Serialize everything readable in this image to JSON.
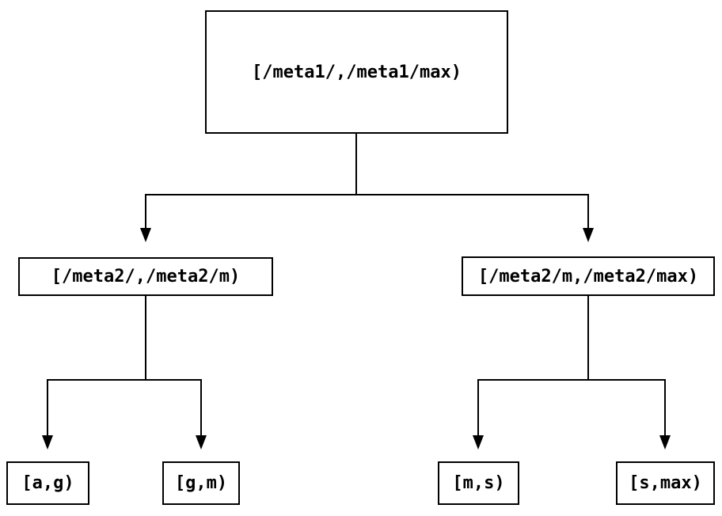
{
  "diagram": {
    "type": "binary-interval-tree",
    "colors": {
      "background": "#ffffff",
      "line": "#000000",
      "text": "#000000",
      "node_fill": "#ffffff",
      "node_border": "#000000"
    },
    "nodes": {
      "root": {
        "label": "[/meta1/,/meta1/max)"
      },
      "left_child": {
        "label": "[/meta2/,/meta2/m)"
      },
      "right_child": {
        "label": "[/meta2/m,/meta2/max)"
      },
      "leaf_ag": {
        "label": "[a,g)"
      },
      "leaf_gm": {
        "label": "[g,m)"
      },
      "leaf_ms": {
        "label": "[m,s)"
      },
      "leaf_smax": {
        "label": "[s,max)"
      }
    },
    "edges": [
      {
        "from": "root",
        "to": "left_child"
      },
      {
        "from": "root",
        "to": "right_child"
      },
      {
        "from": "left_child",
        "to": "leaf_ag"
      },
      {
        "from": "left_child",
        "to": "leaf_gm"
      },
      {
        "from": "right_child",
        "to": "leaf_ms"
      },
      {
        "from": "right_child",
        "to": "leaf_smax"
      }
    ]
  }
}
